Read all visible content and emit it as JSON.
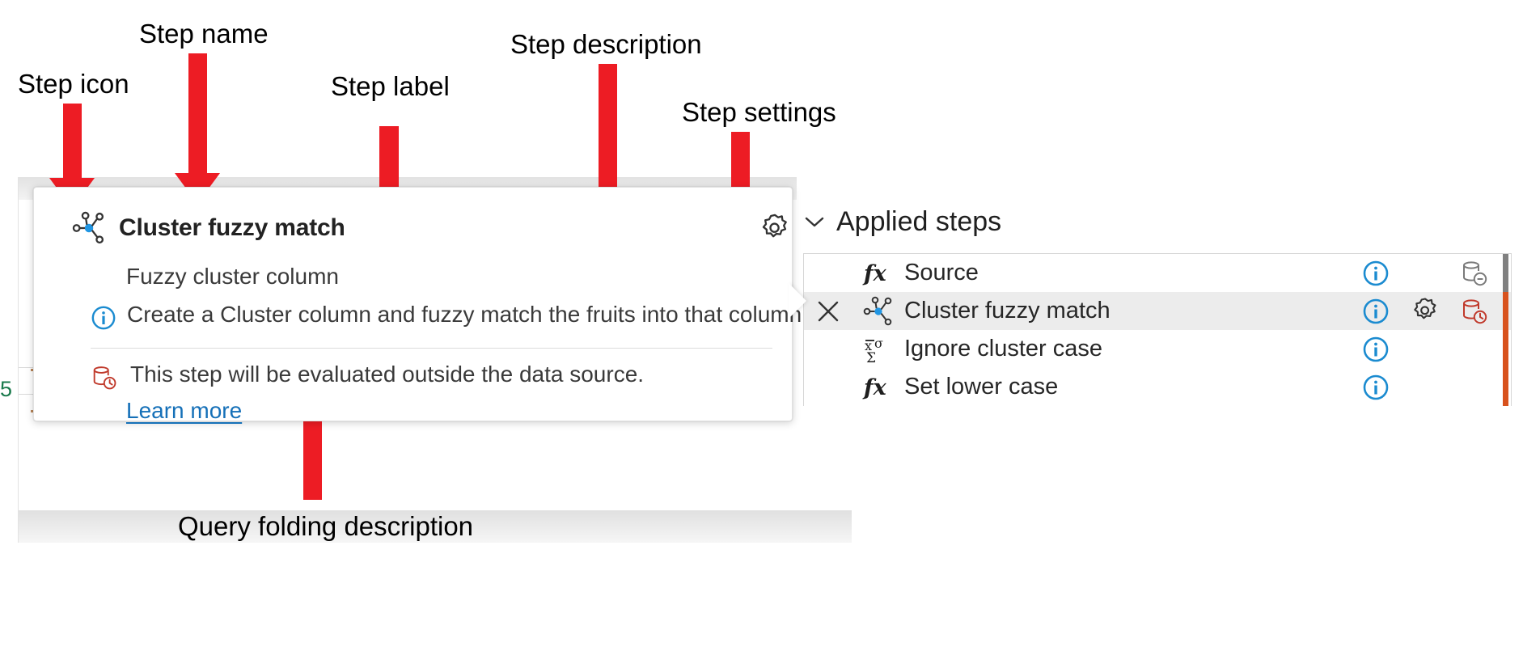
{
  "annotations": [
    {
      "id": "step-icon",
      "text": "Step icon"
    },
    {
      "id": "step-name",
      "text": "Step name"
    },
    {
      "id": "step-label",
      "text": "Step label"
    },
    {
      "id": "step-description",
      "text": "Step description"
    },
    {
      "id": "step-settings",
      "text": "Step settings"
    },
    {
      "id": "query-folding",
      "text": "Query folding description"
    }
  ],
  "tooltip": {
    "icon": "cluster-fuzzy-match-icon",
    "title": "Cluster fuzzy match",
    "label": "Fuzzy cluster column",
    "description_icon": "info-icon",
    "description": "Create a Cluster column and fuzzy match the fruits into that column",
    "folding_icon": "database-clock-icon",
    "folding_text": "This step will be evaluated outside the data source.",
    "learn_more": "Learn more",
    "settings_icon": "gear-icon"
  },
  "applied_steps": {
    "chevron": "chevron-down-icon",
    "title": "Applied steps",
    "rows": [
      {
        "delete": "",
        "icon": "fx-icon",
        "name": "Source",
        "info": "info-icon",
        "gear": "",
        "db": "database-minus-icon",
        "bar": "gray",
        "selected": false
      },
      {
        "delete": "close-icon",
        "icon": "cluster-fuzzy-match-icon",
        "name": "Cluster fuzzy match",
        "info": "info-icon",
        "gear": "gear-icon",
        "db": "database-clock-icon",
        "bar": "orange",
        "selected": true
      },
      {
        "delete": "",
        "icon": "stats-icon",
        "name": "Ignore cluster case",
        "info": "info-icon",
        "gear": "",
        "db": "",
        "bar": "orange",
        "selected": false
      },
      {
        "delete": "",
        "icon": "fx-icon",
        "name": "Set lower case",
        "info": "info-icon",
        "gear": "",
        "db": "",
        "bar": "orange",
        "selected": false
      }
    ]
  },
  "background_grid": {
    "cell_value": "5"
  },
  "colors": {
    "arrow_red": "#ED1C24",
    "link_blue": "#1570b8",
    "info_blue": "#1B8BD0",
    "accent_node_blue": "#2196E3",
    "folding_red": "#C0392B",
    "indicator_orange": "#D8521D",
    "indicator_gray": "#808080",
    "selected_row": "#ECECEC"
  }
}
